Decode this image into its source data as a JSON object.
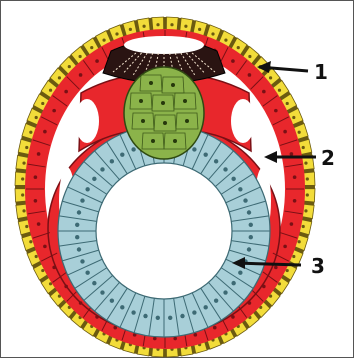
{
  "figure": {
    "colors": {
      "outer_layer": "#f2dc3a",
      "outer_layer_edge": "#6b5a10",
      "middle_layer": "#e8272c",
      "middle_layer_edge": "#7a1015",
      "inner_layer": "#a8cfd8",
      "inner_layer_edge": "#3d6a74",
      "cell_mass": "#8bb34a",
      "dark_cap": "#2a1412",
      "background": "#ffffff",
      "pointer": "#111111"
    },
    "labels": [
      {
        "id": "label-1",
        "text": "1"
      },
      {
        "id": "label-2",
        "text": "2"
      },
      {
        "id": "label-3",
        "text": "3"
      }
    ]
  }
}
